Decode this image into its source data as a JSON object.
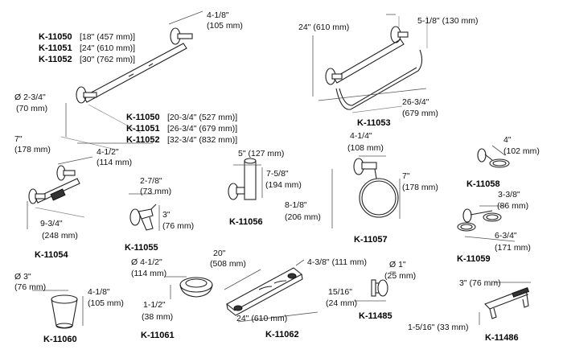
{
  "products": {
    "k11050": {
      "models": [
        "K-11050",
        "K-11051",
        "K-11052"
      ],
      "sizes": [
        "[18\" (457 mm)]",
        "[24\" (610 mm)]",
        "[30\" (762 mm)]"
      ],
      "lengths": [
        "[20-3/4\" (527 mm)]",
        "[26-3/4\" (679 mm)]",
        "[32-3/4\" (832 mm)]"
      ],
      "projection": [
        "4-1/8\"",
        "(105 mm)"
      ],
      "diameter": [
        "Ø 2-3/4\"",
        "(70 mm)"
      ],
      "height": [
        "7\"",
        "(178 mm)"
      ]
    },
    "k11053": {
      "model": "K-11053",
      "width": "24\" (610 mm)",
      "projection": "5-1/8\" (130 mm)",
      "length": [
        "26-3/4\"",
        "(679 mm)"
      ]
    },
    "k11054": {
      "model": "K-11054",
      "projection": [
        "4-1/2\"",
        "(114 mm)"
      ],
      "length": [
        "9-3/4\"",
        "(248 mm)"
      ]
    },
    "k11055": {
      "model": "K-11055",
      "width": [
        "2-7/8\"",
        "(73 mm)"
      ],
      "height": [
        "3\"",
        "(76 mm)"
      ]
    },
    "k11056": {
      "model": "K-11056",
      "width": "5\" (127 mm)",
      "height": [
        "7-5/8\"",
        "(194 mm)"
      ]
    },
    "k11057": {
      "model": "K-11057",
      "projection": [
        "4-1/4\"",
        "(108 mm)"
      ],
      "ring": [
        "7\"",
        "(178 mm)"
      ],
      "height": [
        "8-1/8\"",
        "(206 mm)"
      ]
    },
    "k11058": {
      "model": "K-11058",
      "projection": [
        "4\"",
        "(102 mm)"
      ]
    },
    "k11059": {
      "model": "K-11059",
      "projection": [
        "3-3/8\"",
        "(86 mm)"
      ],
      "width": [
        "6-3/4\"",
        "(171 mm)"
      ]
    },
    "k11060": {
      "model": "K-11060",
      "diameter": [
        "Ø 3\"",
        "(76 mm)"
      ],
      "height": [
        "4-1/8\"",
        "(105 mm)"
      ]
    },
    "k11061": {
      "model": "K-11061",
      "diameter": [
        "Ø 4-1/2\"",
        "(114 mm)"
      ],
      "height": [
        "1-1/2\"",
        "(38 mm)"
      ]
    },
    "k11062": {
      "model": "K-11062",
      "depth": [
        "20\"",
        "(508 mm)"
      ],
      "width": "4-3/8\" (111 mm)",
      "length": "24\" (610 mm)"
    },
    "k11485": {
      "model": "K-11485",
      "diameter": [
        "Ø 1\"",
        "(25 mm)"
      ],
      "projection": [
        "15/16\"",
        "(24 mm)"
      ]
    },
    "k11486": {
      "model": "K-11486",
      "width": "3\" (76 mm)",
      "height": "1-5/16\" (33 mm)"
    }
  }
}
